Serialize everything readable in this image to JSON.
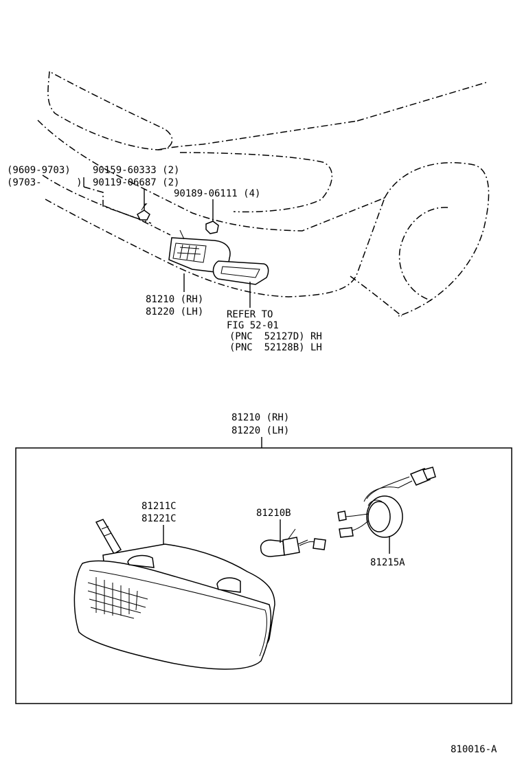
{
  "upper_view": {
    "date_codes": [
      "(9609-9703)",
      "(9703-      )"
    ],
    "screws": [
      "90159-60333 (2)",
      "90119-06687 (2)"
    ],
    "nut": "90189-06111 (4)",
    "lamp_assembly": [
      "81210 (RH)",
      "81220 (LH)"
    ],
    "refer": [
      "REFER TO",
      "FIG 52-01",
      "(PNC  52127D) RH",
      "(PNC  52128B) LH"
    ]
  },
  "exploded_view": {
    "assembly": [
      "81210 (RH)",
      "81220 (LH)"
    ],
    "lens_housing": [
      "81211C",
      "81221C"
    ],
    "bulb": "81210B",
    "socket": "81215A"
  },
  "figure_code": "810016-A"
}
